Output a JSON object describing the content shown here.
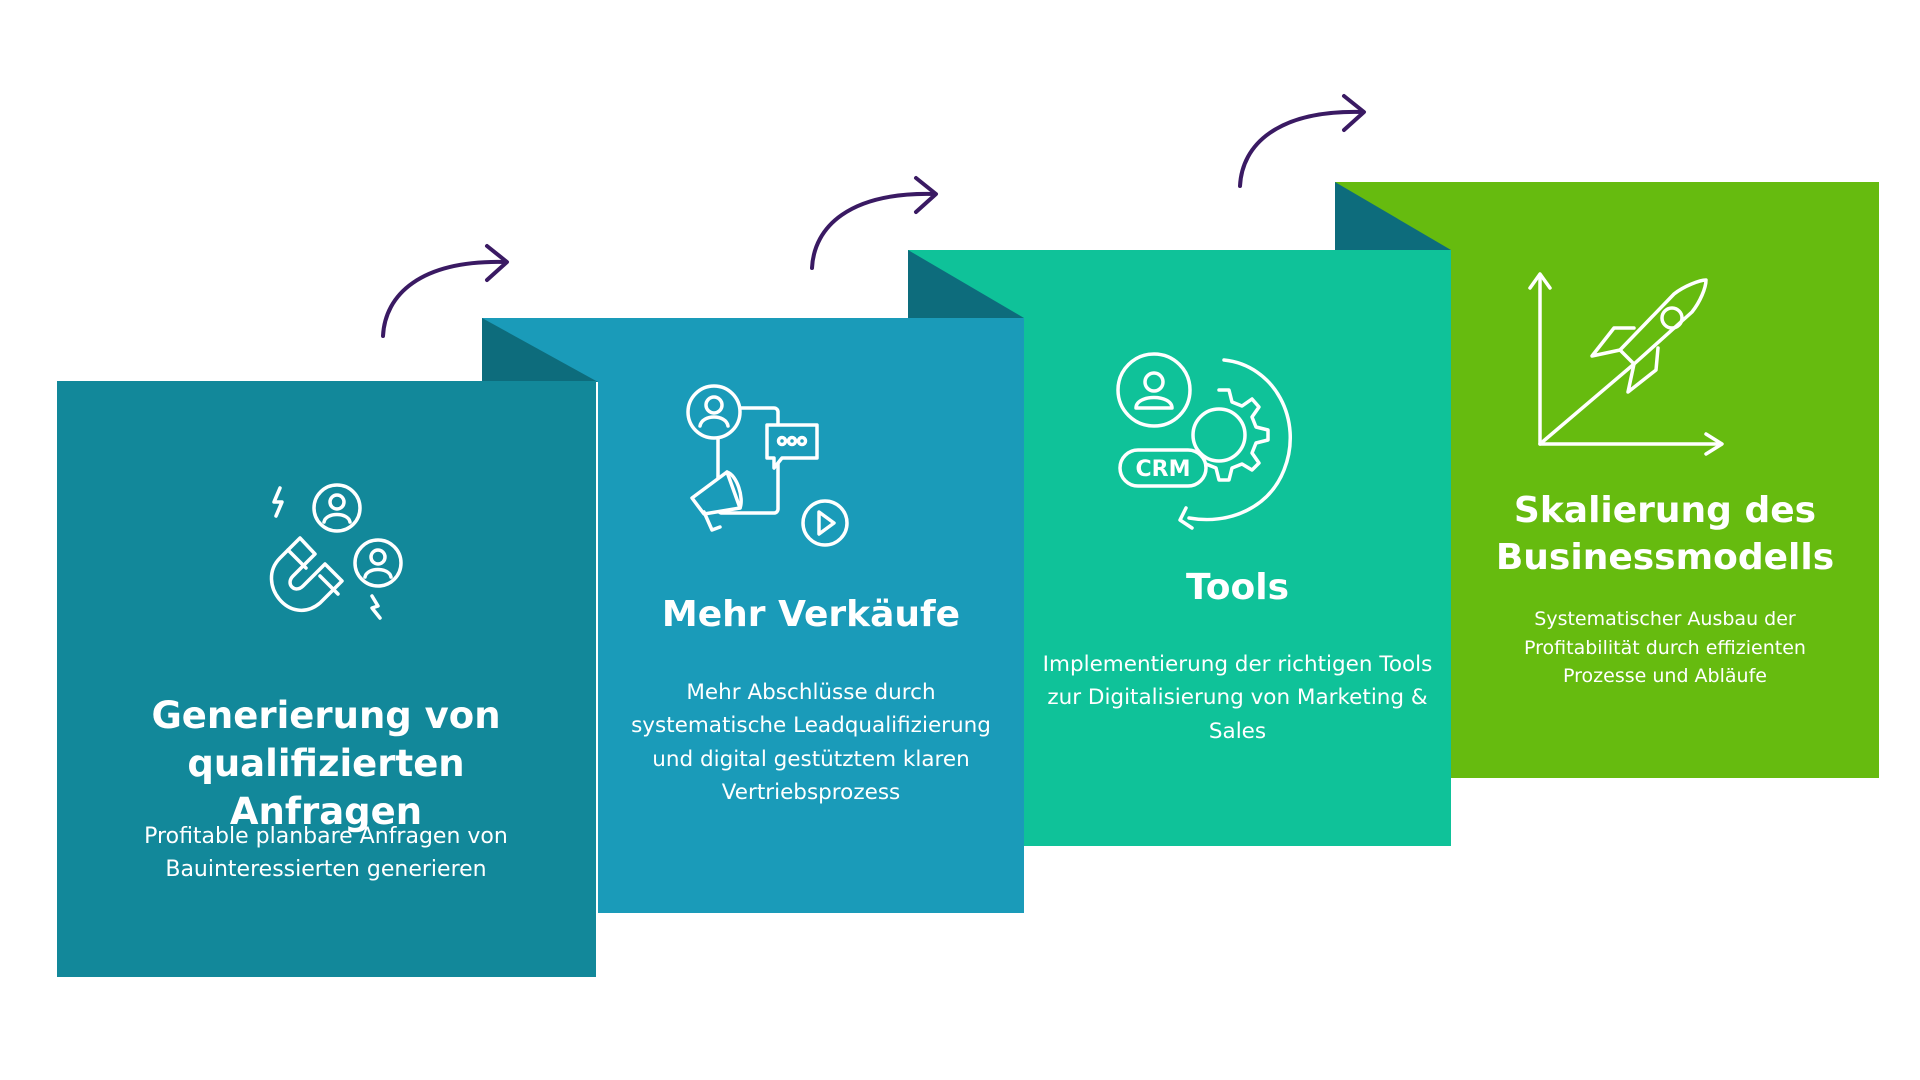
{
  "steps": [
    {
      "title": "Generierung von qualifizierten Anfragen",
      "description": "Profitable planbare Anfragen von Bauinteressierten generieren",
      "color": "#12889a",
      "icon": "magnet-attracting-users-icon"
    },
    {
      "title": "Mehr Verkäufe",
      "description": "Mehr Abschlüsse durch systematische Leadqualifizierung und digital gestütztem klaren Vertriebsprozess",
      "color": "#1a9bb9",
      "icon": "mobile-marketing-megaphone-icon"
    },
    {
      "title": "Tools",
      "description": "Implementierung der richtigen Tools zur Digitalisierung von Marketing & Sales",
      "color": "#0fc299",
      "icon": "crm-gear-icon"
    },
    {
      "title": "Skalierung des Businessmodells",
      "description": "Systematischer Ausbau der Profitabilität durch effizienten Prozesse und Abläufe",
      "color": "#66bb0f",
      "icon": "rocket-growth-chart-icon"
    }
  ],
  "colors": {
    "fold_shadow": "#0d6c7c",
    "arrow": "#3a1a63",
    "text": "#ffffff"
  }
}
